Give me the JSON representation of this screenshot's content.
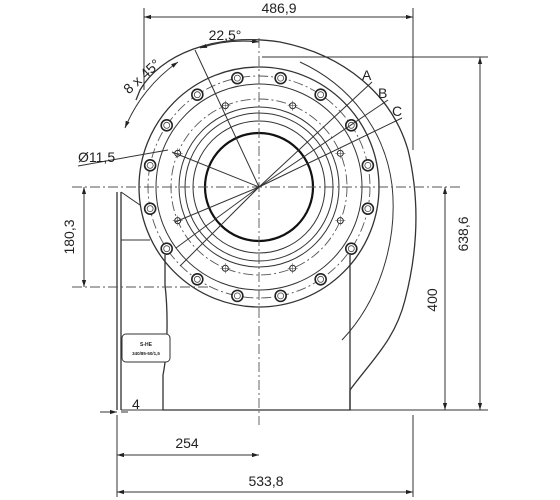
{
  "dimensions": {
    "top_width": "486,9",
    "bottom_width": "533,8",
    "right_height": "638,6",
    "right_inner_height": "400",
    "left_height": "180,3",
    "center_offset": "254",
    "flange_thickness": "4",
    "angle_top": "22,5°",
    "bolt_pattern": "8 x 45°",
    "hole_diameter": "Ø11,5"
  },
  "section_labels": [
    "A",
    "B",
    "C"
  ],
  "nameplate": {
    "line1": "S-HE",
    "line2": "340/85-50/1,5"
  }
}
